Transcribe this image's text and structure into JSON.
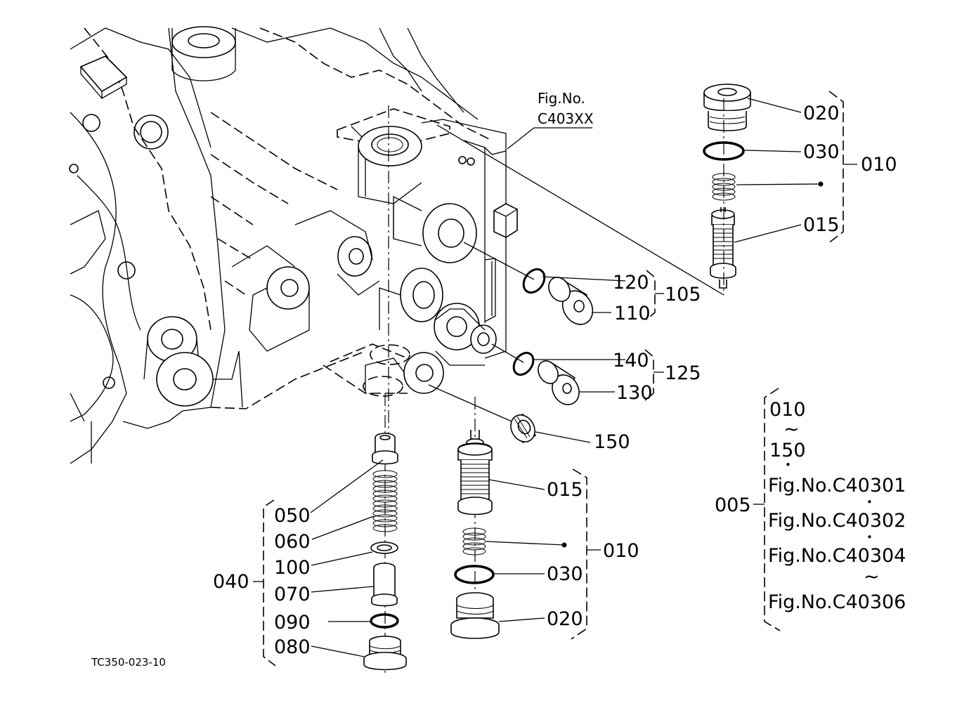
{
  "figure": {
    "ref_label_line1": "Fig.No.",
    "ref_label_line2": "C403XX",
    "drawing_code": "TC350-023-10"
  },
  "callouts": {
    "top_assembly": {
      "p020": "020",
      "p030": "030",
      "p010": "010",
      "p015": "015"
    },
    "right_plugs": {
      "p120": "120",
      "p110": "110",
      "p105": "105",
      "p140": "140",
      "p130": "130",
      "p125": "125",
      "p150": "150"
    },
    "bottom_right_assembly": {
      "p015": "015",
      "p010": "010",
      "p030": "030",
      "p020": "020"
    },
    "bottom_left_assembly": {
      "p050": "050",
      "p060": "060",
      "p100": "100",
      "p040": "040",
      "p070": "070",
      "p090": "090",
      "p080": "080"
    }
  },
  "legend": {
    "group_label": "005",
    "range_start": "010",
    "tilde": "~",
    "range_end": "150",
    "dot": "•",
    "refs": [
      "Fig.No.C40301",
      "Fig.No.C40302",
      "Fig.No.C40304",
      "Fig.No.C40306"
    ]
  }
}
